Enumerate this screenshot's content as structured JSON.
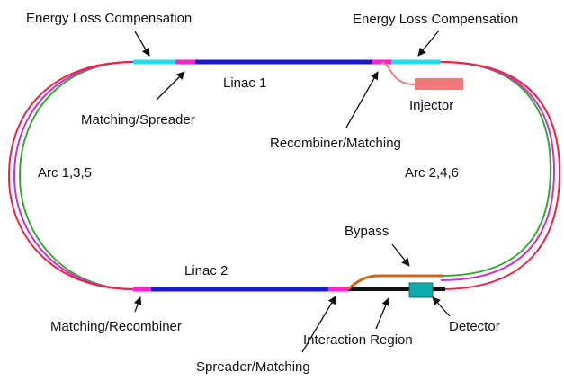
{
  "labels": {
    "elc_left": "Energy Loss Compensation",
    "elc_right": "Energy Loss Compensation",
    "linac1": "Linac 1",
    "linac2": "Linac 2",
    "matching_spreader": "Matching/Spreader",
    "recombiner_matching": "Recombiner/Matching",
    "injector": "Injector",
    "arc_left": "Arc 1,3,5",
    "arc_right": "Arc 2,4,6",
    "bypass": "Bypass",
    "matching_recombiner": "Matching/Recombiner",
    "interaction_region": "Interaction Region",
    "detector": "Detector",
    "spreader_matching": "Spreader/Matching"
  },
  "colors": {
    "arc_red": "#ee2244",
    "arc_magenta": "#cc33cc",
    "arc_green": "#33aa33",
    "linac": "#1a1acc",
    "elc": "#22ddee",
    "matching": "#ff22cc",
    "injector": "#f07a7a",
    "bypass": "#cc6611",
    "beamline": "#111111",
    "detector": "#11aaaa"
  }
}
